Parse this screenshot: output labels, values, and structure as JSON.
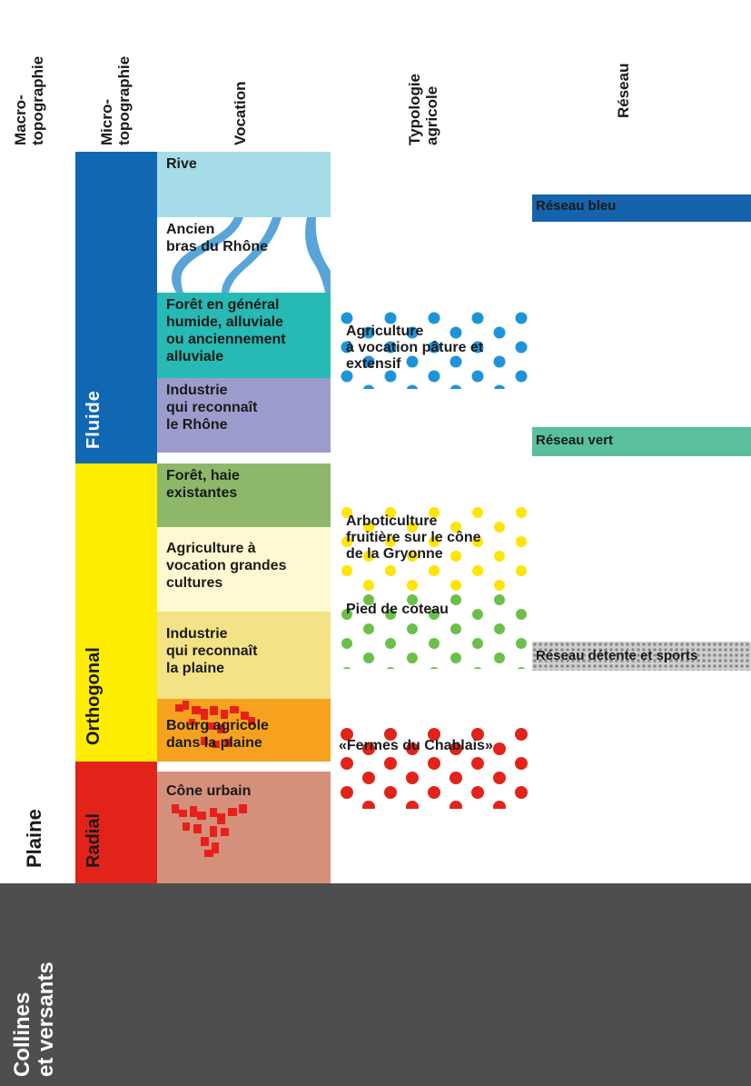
{
  "headers": {
    "macro": "Macro-\ntopographie",
    "micro": "Micro-\ntopographie",
    "vocation": "Vocation",
    "typologie": "Typologie\nagricole",
    "reseau": "Réseau"
  },
  "macro": {
    "plaine": "Plaine",
    "collines": "Collines\net versants"
  },
  "micro": {
    "fluide": "Fluide",
    "orthogonal": "Orthogonal",
    "radial": "Radial"
  },
  "vocation": {
    "rive": "Rive",
    "ancien_bras": "Ancien\nbras du Rhône",
    "foret_humide": "Forêt en général\nhumide, alluviale\nou anciennement\nalluviale",
    "industrie_rhone": "Industrie\nqui reconnaît\nle Rhône",
    "foret_haie": "Forêt, haie\nexistantes",
    "agriculture_grandes": "Agriculture à\nvocation grandes\ncultures",
    "industrie_plaine": "Industrie\nqui reconnaît\nla plaine",
    "bourg": "Bourg agricole\ndans la plaine",
    "cone": "Cône urbain"
  },
  "typologie": {
    "paturage": "Agriculture\nà vocation pâture et\nextensif",
    "arboriculture": "Arboticulture\nfruitière sur le cône\nde la Gryonne",
    "coteau": "Pied de coteau",
    "fermes": "«Fermes du Chablais»"
  },
  "reseau": {
    "bleu": "Réseau bleu",
    "vert": "Réseau vert",
    "detente": "Réseau détente et sports"
  },
  "colors": {
    "fluide": "#1068b3",
    "orthogonal": "#ffed00",
    "radial": "#e2231a",
    "rive": "#a6dbe8",
    "river": "#5aa5d8",
    "foret_humide": "#27b9b4",
    "industrie_rhone": "#9b9ccc",
    "foret_haie": "#8db86a",
    "agriculture_grandes": "#fff9d1",
    "industrie_plaine": "#f3e386",
    "bourg": "#f6a21e",
    "cone": "#d5907b",
    "buildings": "#e8201b",
    "collines": "#4c4e50",
    "dots_blue": "#1e94d8",
    "dots_yellow": "#ffe500",
    "dots_green": "#6cc04a",
    "dots_red": "#e2231a",
    "reseau_bleu": "#1563ad",
    "reseau_vert": "#59c09b",
    "reseau_detente": "#9a9a9a"
  }
}
